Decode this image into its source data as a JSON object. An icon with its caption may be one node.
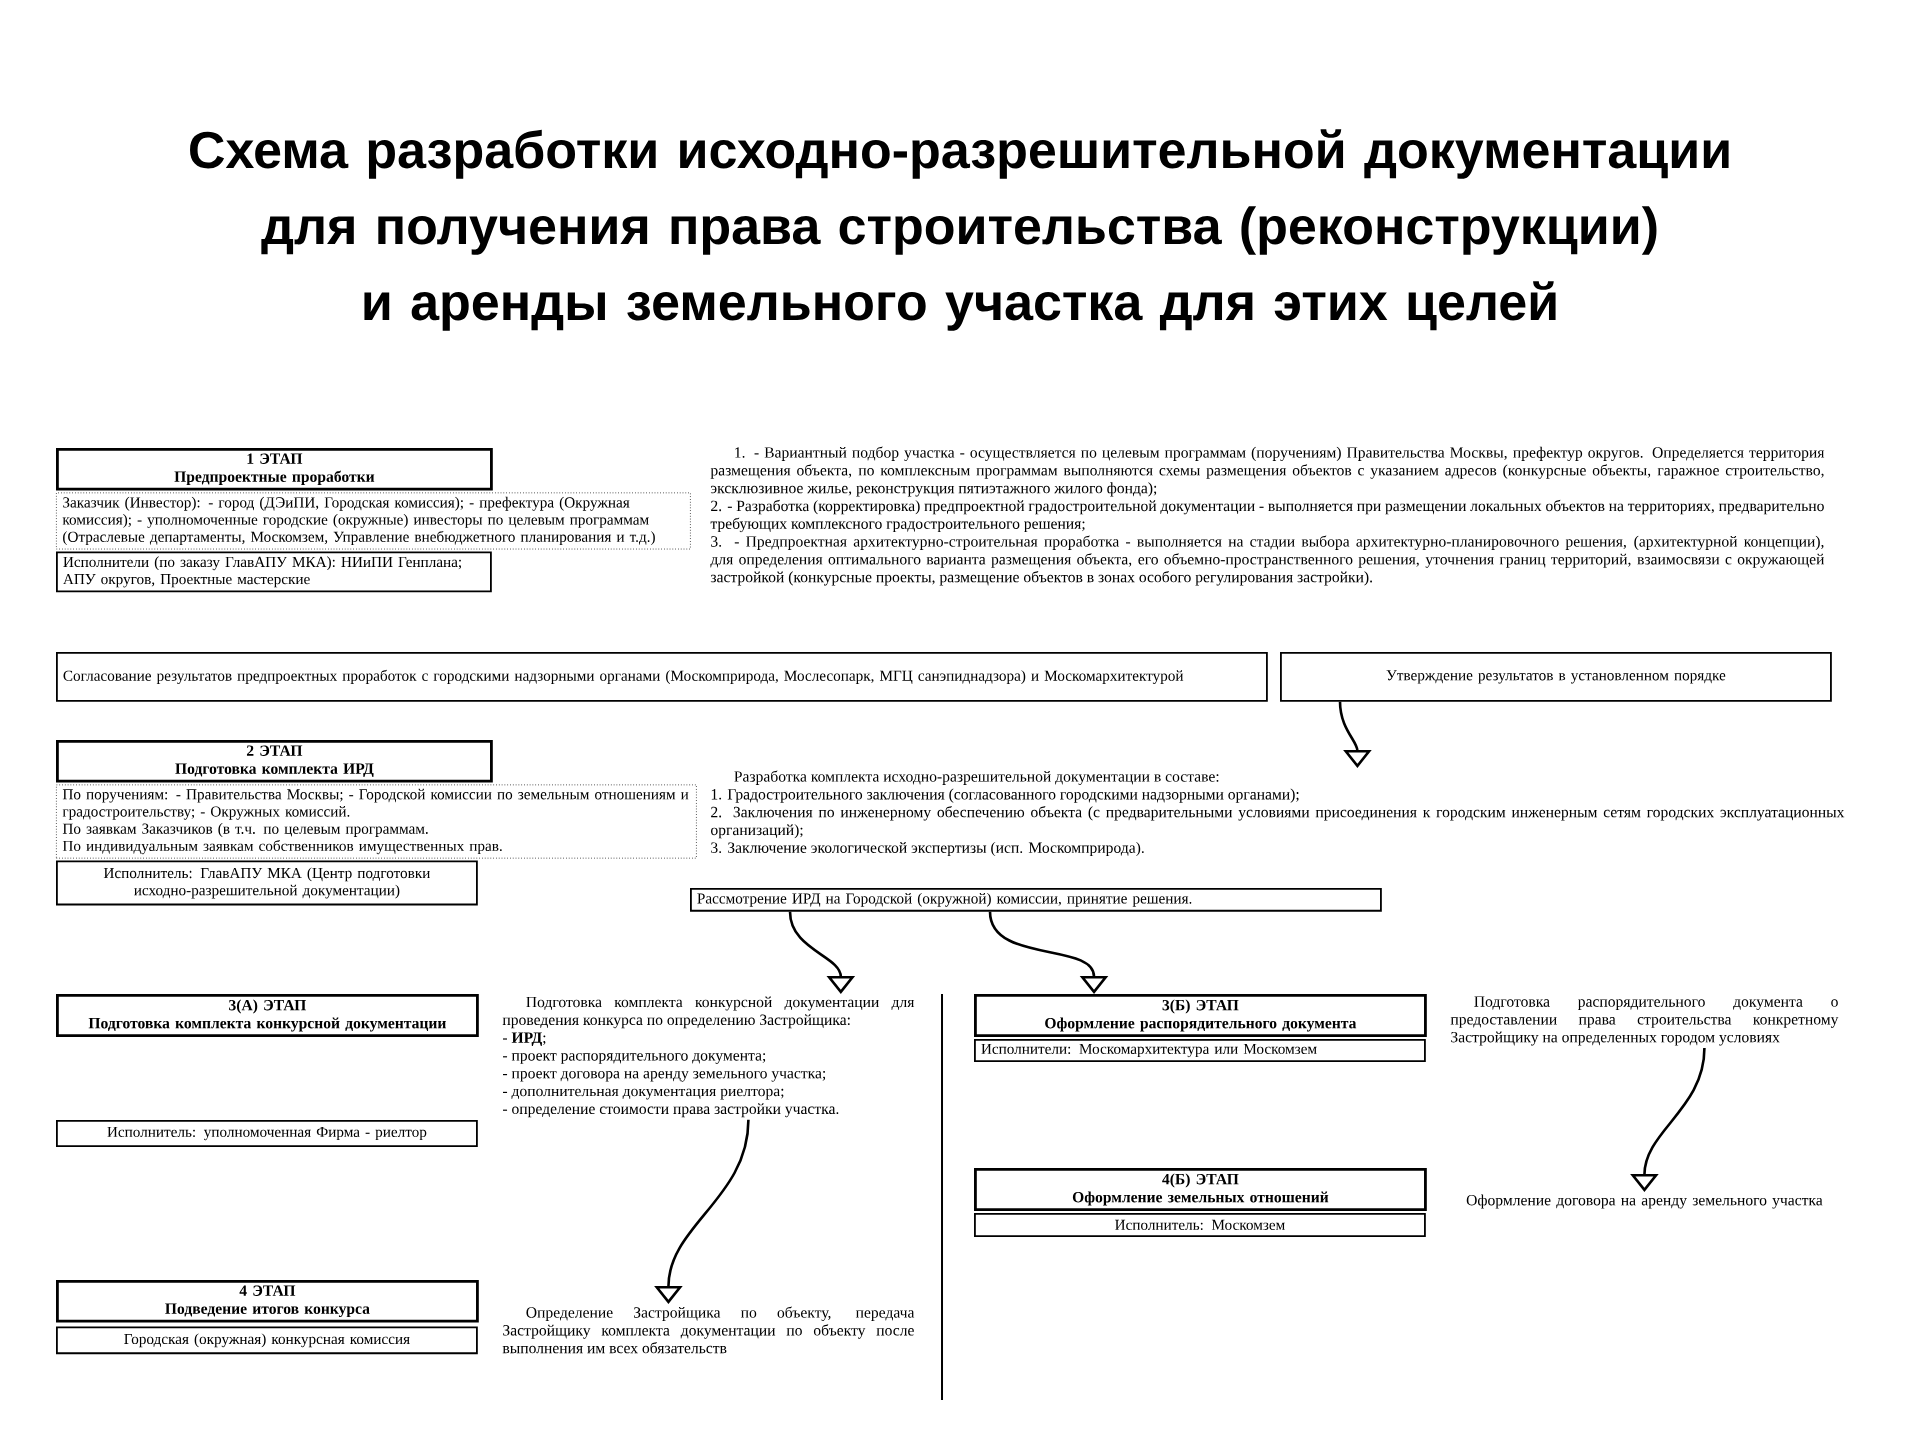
{
  "diagram": {
    "title": "Схема разработки исходно-разрешительной документации для получения права строительства (реконструкции) и аренды земельного участка для этих целей",
    "nodes": [
      {
        "text": [
          "1 ЭТАП",
          "Предпроектные проработки"
        ]
      },
      {
        "text": [
          "Заказчик (Инвестор): - город (ДЭиПИ, Городская комиссия); - префектура (Окружная комиссия); - уполномоченные городские (окружные) инвесторы по целевым программам (Отраслевые департаменты, Москомзем, Управление внебюджетного планирования и т.д.)"
        ]
      },
      {
        "text": [
          "Исполнители (по заказу ГлавАПУ МКА): НИиПИ Генплана; АПУ округов, Проектные мастерские"
        ]
      },
      {
        "text": [
          "1. - Вариантный подбор участка - осуществляется по целевым программам (поручениям) Правительства Москвы, префектур округов. Определяется территория размещения объекта, по комплексным программам выполняются схемы размещения объектов с указанием адресов (конкурсные объекты, гаражное строительство, эксклюзивное жилье, реконструкция пятиэтажного жилого фонда);",
          "2. - Разработка (корректировка) предпроектной градостроительной документации - выполняется при размещении локальных объектов на территориях, предварительно требующих комплексного градостроительного решения;",
          "3. - Предпроектная архитектурно-строительная проработка - выполняется на стадии выбора архитектурно-планировочного решения, (архитектурной концепции), для определения оптимального варианта размещения объекта, его объемно-пространственного решения, уточнения границ территорий, взаимосвязи с окружающей застройкой (конкурсные проекты, размещение объектов в зонах особого регулирования застройки)."
        ]
      },
      {
        "text": [
          "Согласование результатов предпроектных проработок с городскими надзорными органами (Москомприрода, Мослесопарк, МГЦ санэпиднадзора) и Москомархитектурой"
        ]
      },
      {
        "text": [
          "Утверждение результатов в установленном порядке"
        ]
      },
      {
        "text": [
          "2 ЭТАП",
          "Подготовка комплекта ИРД"
        ]
      },
      {
        "text": [
          "По поручениям: - Правительства Москвы; - Городской комиссии по земельным отношениям и градостроительству; - Окружных комиссий.",
          "По заявкам Заказчиков (в т.ч. по целевым программам.",
          "По индивидуальным заявкам собственников имущественных прав."
        ]
      },
      {
        "text": [
          "Исполнитель: ГлавАПУ МКА (Центр подготовки исходно-разрешительной документации)"
        ]
      },
      {
        "text": [
          "Разработка комплекта исходно-разрешительной документации в составе:",
          "1. Градостроительного заключения (согласованного городскими надзорными органами);",
          "2. Заключения по инженерному обеспечению объекта (с предварительными условиями присоединения к городским инженерным сетям городских эксплуатационных организаций);",
          "3. Заключение экологической экспертизы (исп. Москомприрода)."
        ]
      },
      {
        "text": [
          "Рассмотрение ИРД на Городской (окружной) комиссии, принятие решения."
        ]
      },
      {
        "text": [
          "3(А) ЭТАП",
          "Подготовка комплекта конкурсной документации"
        ]
      },
      {
        "text": [
          "Подготовка комплекта конкурсной документации для проведения конкурса по определению Застройщика:",
          "- **ИРД**;",
          "- проект распорядительного документа;",
          "- проект договора на аренду земельного участка;",
          "- дополнительная документация риелтора;",
          "- определение стоимости права застройки участка."
        ]
      },
      {
        "text": [
          "Исполнитель: уполномоченная Фирма - риелтор"
        ]
      },
      {
        "text": [
          "4 ЭТАП",
          "Подведение итогов конкурса"
        ]
      },
      {
        "text": [
          "Городская (окружная) конкурсная комиссия"
        ]
      },
      {
        "text": [
          "Определение Застройщика по объекту, передача Застройщику комплекта документации по объекту после выполнения им всех обязательств"
        ]
      },
      {
        "text": [
          "3(Б) ЭТАП",
          "Оформление распорядительного документа"
        ]
      },
      {
        "text": [
          "Исполнители: Москомархитектура или Москомзем"
        ]
      },
      {
        "text": [
          "Подготовка распорядительного документа о предоставлении права строительства конкретному Застройщику на определенных городом условиях"
        ]
      },
      {
        "text": [
          "4(Б) ЭТАП",
          "Оформление земельных отношений"
        ]
      },
      {
        "text": [
          "Исполнитель: Москомзем"
        ]
      },
      {
        "text": [
          "Оформление договора на аренду земельного участка"
        ]
      }
    ],
    "edges": [
      {
        "from": 5,
        "to": 9,
        "arrow": "to"
      },
      {
        "from": 10,
        "to": 12,
        "arrow": "to"
      },
      {
        "from": 10,
        "to": 17,
        "arrow": "to"
      },
      {
        "from": 12,
        "to": 16,
        "arrow": "to"
      },
      {
        "from": 19,
        "to": 22,
        "arrow": "to"
      }
    ]
  }
}
